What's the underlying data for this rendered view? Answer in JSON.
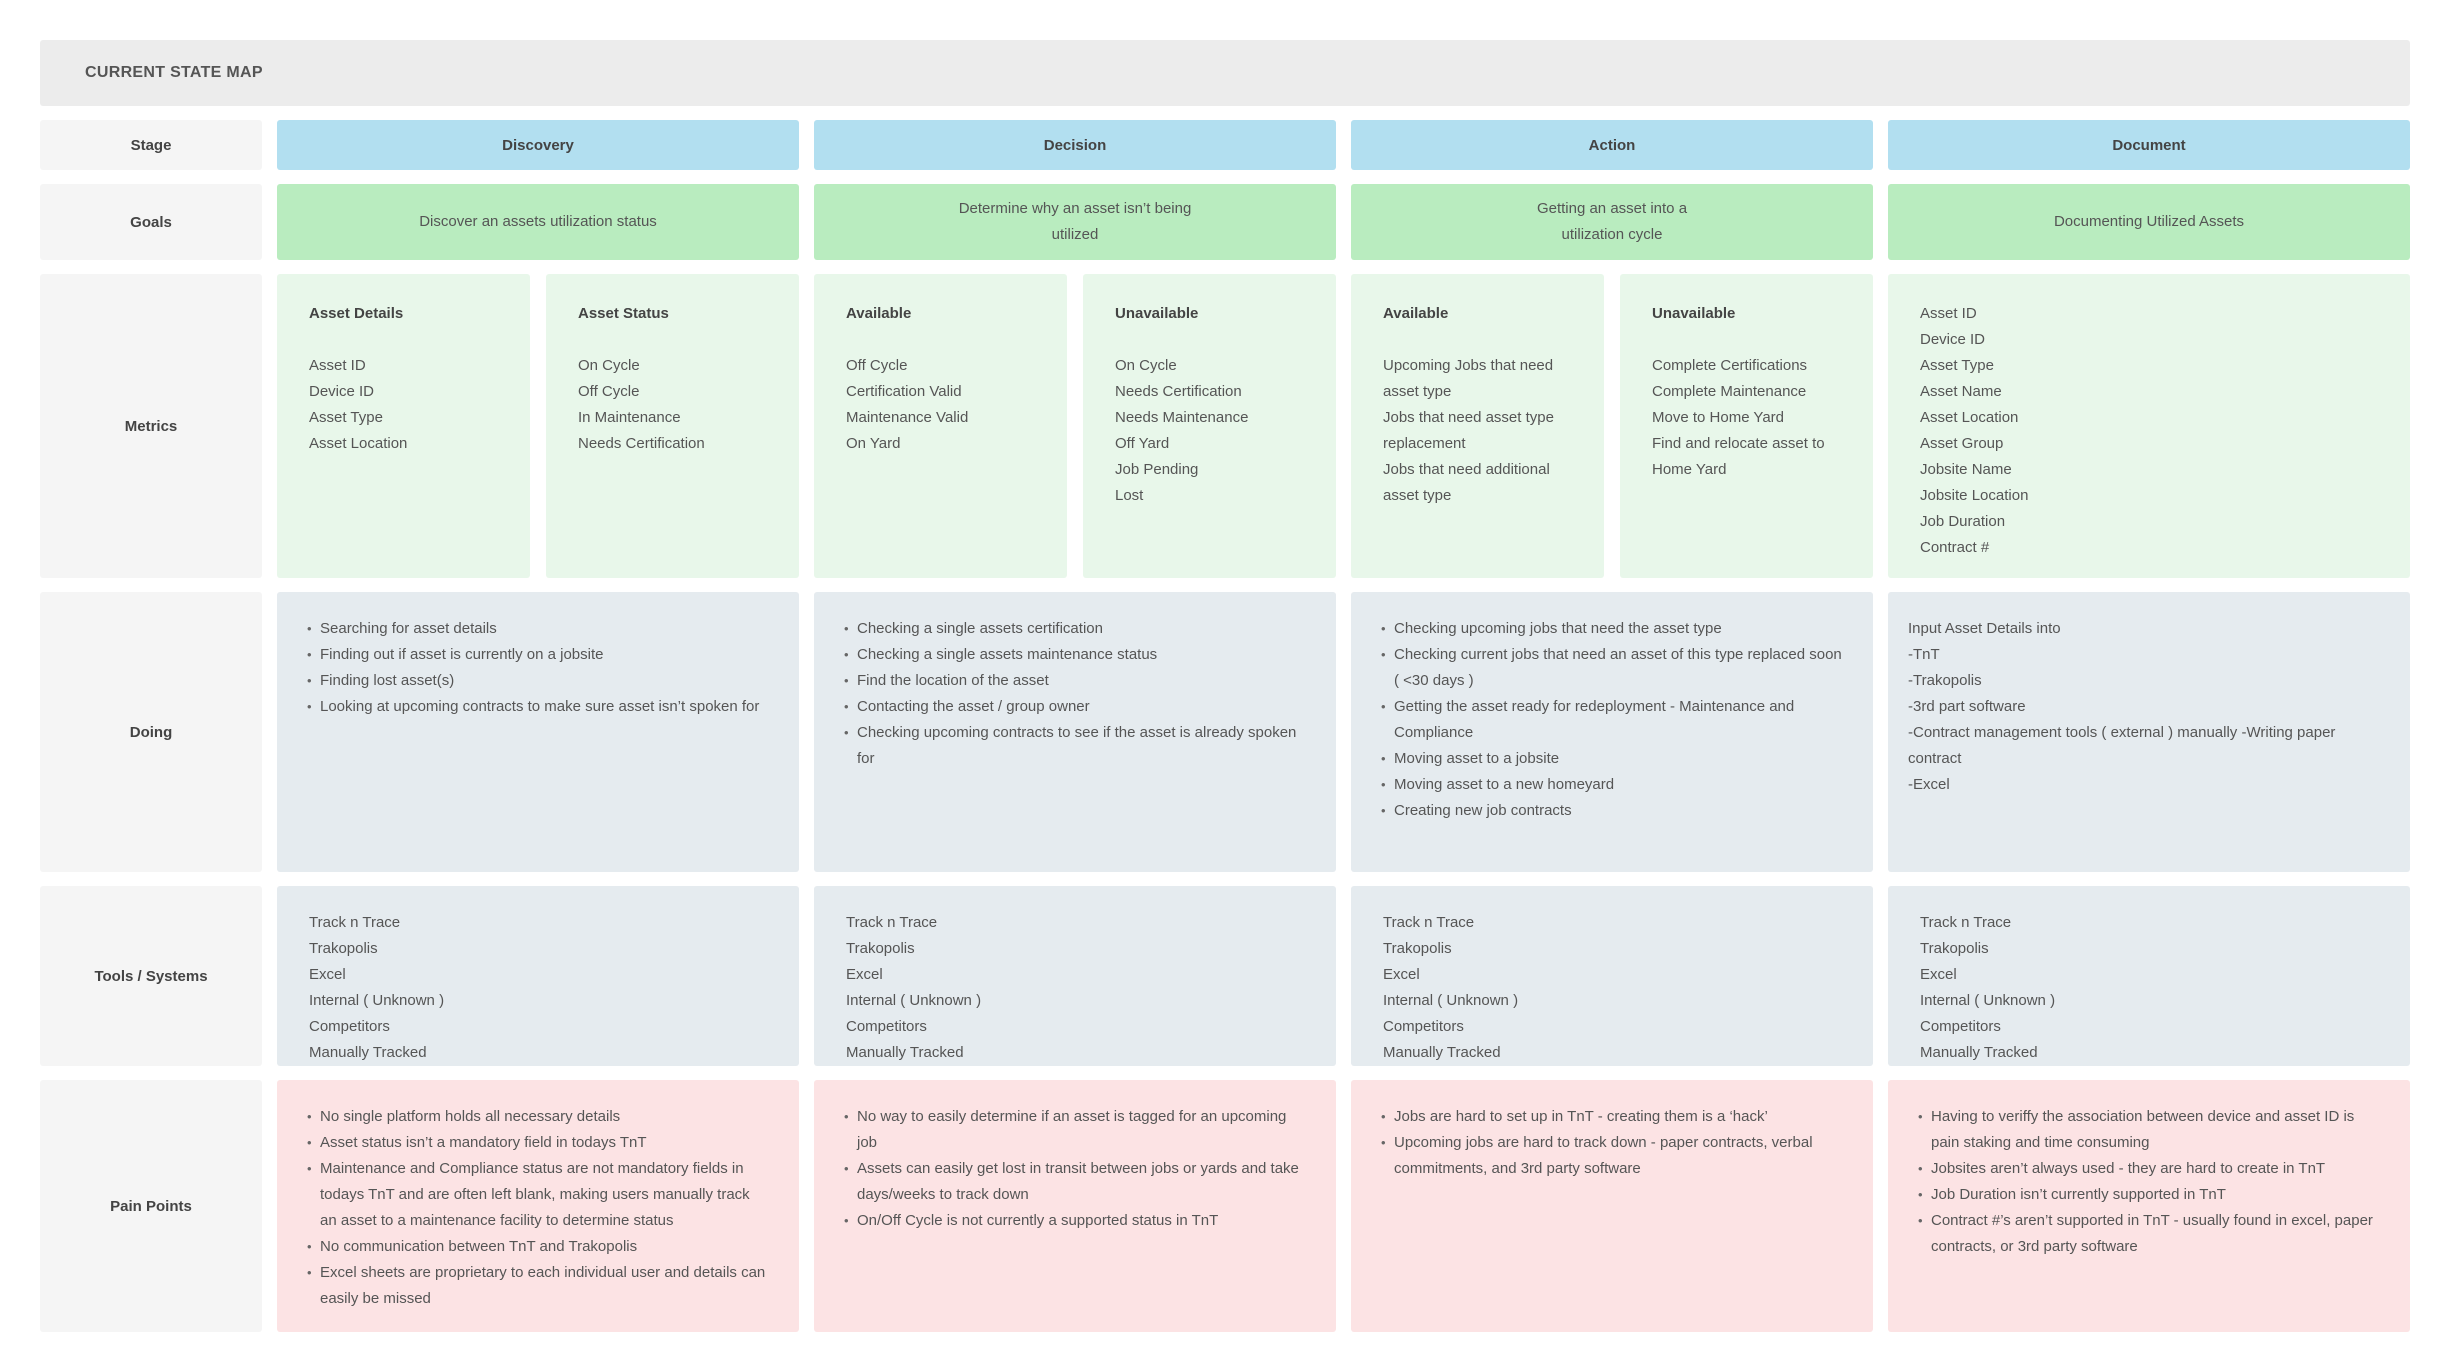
{
  "title": "CURRENT STATE MAP",
  "row_labels": {
    "stage": "Stage",
    "goals": "Goals",
    "metrics": "Metrics",
    "doing": "Doing",
    "tools": "Tools / Systems",
    "pain": "Pain Points"
  },
  "stages": [
    "Discovery",
    "Decision",
    "Action",
    "Document"
  ],
  "goals": [
    "Discover an assets utilization status",
    "Determine why an asset isn’t being utilized",
    "Getting an asset into a utilization cycle",
    "Documenting Utilized Assets"
  ],
  "metrics": {
    "discovery_details": {
      "heading": "Asset Details",
      "items": [
        "Asset ID",
        "Device ID",
        "Asset Type",
        "Asset Location"
      ]
    },
    "discovery_status": {
      "heading": "Asset Status",
      "items": [
        "On Cycle",
        "Off Cycle",
        "In Maintenance",
        "Needs Certification"
      ]
    },
    "decision_available": {
      "heading": "Available",
      "items": [
        "Off Cycle",
        "Certification Valid",
        "Maintenance Valid",
        "On Yard"
      ]
    },
    "decision_unavailable": {
      "heading": "Unavailable",
      "items": [
        "On Cycle",
        "Needs Certification",
        "Needs Maintenance",
        "Off Yard",
        "Job Pending",
        "Lost"
      ]
    },
    "action_available": {
      "heading": "Available",
      "items": [
        "Upcoming Jobs that need asset type",
        "Jobs that need asset type replacement",
        "Jobs that need additional asset type"
      ]
    },
    "action_unavailable": {
      "heading": "Unavailable",
      "items": [
        "Complete Certifications",
        "Complete Maintenance",
        "Move to Home Yard",
        "Find and relocate asset to Home Yard"
      ]
    },
    "document": {
      "items": [
        "Asset ID",
        "Device ID",
        "Asset Type",
        "Asset Name",
        "Asset Location",
        "Asset Group",
        "Jobsite Name",
        "Jobsite Location",
        "Job Duration",
        "Contract #"
      ]
    }
  },
  "doing": {
    "discovery": [
      "Searching for asset details",
      "Finding out if asset is currently on a jobsite",
      "Finding lost asset(s)",
      "Looking at upcoming contracts to make sure asset isn’t spoken for"
    ],
    "decision": [
      "Checking a single assets certification",
      "Checking a single assets maintenance status",
      "Find the location of the asset",
      "Contacting the asset / group owner",
      "Checking upcoming contracts to see if the asset is already spoken for"
    ],
    "action": [
      "Checking upcoming jobs that need the asset type",
      "Checking current jobs that need an asset of this type replaced soon ( <30 days )",
      "Getting the asset ready for redeployment - Maintenance and Compliance",
      "Moving asset to a jobsite",
      "Moving asset to a new homeyard",
      "Creating new job contracts"
    ],
    "document": [
      "Input Asset Details into",
      "-TnT",
      "-Trakopolis",
      "-3rd part software",
      "-Contract management tools ( external ) manually -Writing paper contract",
      "-Excel"
    ]
  },
  "tools": {
    "discovery": [
      "Track n Trace",
      "Trakopolis",
      "Excel",
      "Internal ( Unknown )",
      "Competitors",
      "Manually Tracked"
    ],
    "decision": [
      "Track n Trace",
      "Trakopolis",
      "Excel",
      "Internal ( Unknown )",
      "Competitors",
      "Manually Tracked"
    ],
    "action": [
      "Track n Trace",
      "Trakopolis",
      "Excel",
      "Internal ( Unknown )",
      "Competitors",
      "Manually Tracked"
    ],
    "document": [
      "Track n Trace",
      "Trakopolis",
      "Excel",
      "Internal ( Unknown )",
      "Competitors",
      "Manually Tracked"
    ]
  },
  "pain": {
    "discovery": [
      "No single platform holds all necessary details",
      "Asset status isn’t a mandatory field in todays TnT",
      "Maintenance and Compliance status are not mandatory fields in todays TnT and are often left blank, making users manually track an asset to a maintenance facility to determine status",
      "No communication between TnT and Trakopolis",
      "Excel sheets are proprietary to each individual user and details can easily be missed"
    ],
    "decision": [
      "No way to easily determine if an asset is tagged for an upcoming job",
      "Assets can easily get lost in transit between jobs or yards and take days/weeks to track down",
      "On/Off Cycle is not currently a supported status in TnT"
    ],
    "action": [
      "Jobs are hard to set up in TnT - creating them is a ‘hack’",
      "Upcoming jobs are hard to track down - paper contracts, verbal commitments, and 3rd party software"
    ],
    "document": [
      "Having to veriffy the association between device and asset ID is pain staking and time consuming",
      "Jobsites aren’t always used - they are hard to create in TnT",
      "Job Duration isn’t currently supported in TnT",
      "Contract #’s aren’t supported in TnT - usually found in excel, paper contracts, or 3rd party software"
    ]
  }
}
